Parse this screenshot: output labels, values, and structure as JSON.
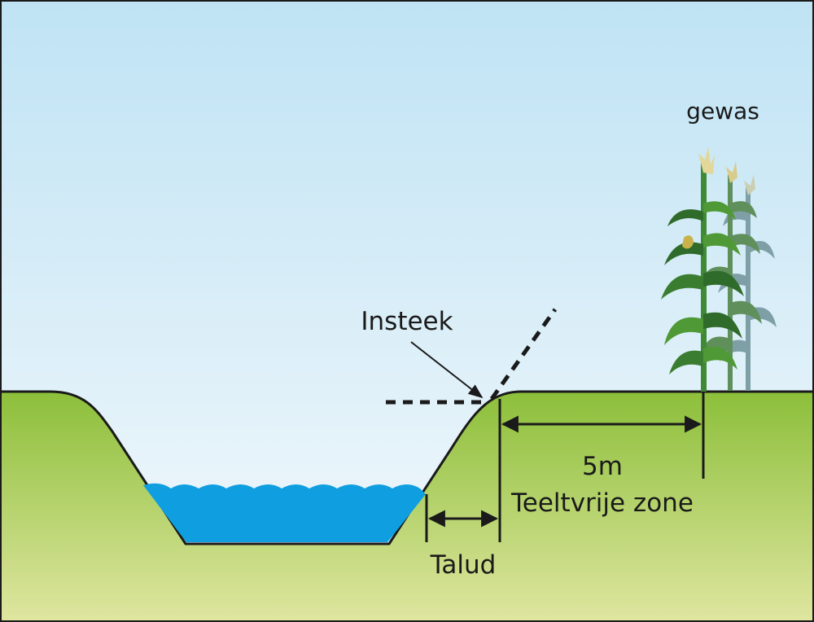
{
  "labels": {
    "crop": "gewas",
    "insteek": "Insteek",
    "distance": "5m",
    "zone": "Teeltvrije zone",
    "talud": "Talud"
  },
  "colors": {
    "sky_top": "#bfe3f4",
    "sky_bottom": "#f4f9fc",
    "ground_top": "#8cbf3a",
    "ground_bottom": "#dfe6a0",
    "water": "#0f9ee0",
    "line": "#1a1a1a",
    "plant_dark": "#2f6b2a",
    "plant_mid": "#4f9a36",
    "plant_pale": "#7f9fa6"
  }
}
